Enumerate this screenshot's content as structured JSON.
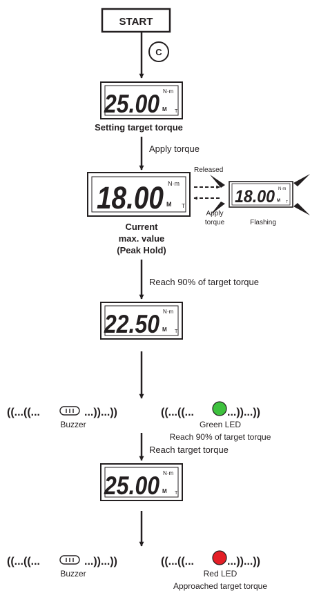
{
  "start_label": "START",
  "clear_key": "C",
  "unit": "N·m",
  "indicator_m": "M",
  "indicator_t": "T",
  "displays": {
    "setting": "25.00",
    "peak": "18.00",
    "flash": "18.00",
    "ninety": "22.50",
    "target": "25.00"
  },
  "labels": {
    "setting_target": "Setting target torque",
    "apply_torque": "Apply torque",
    "released": "Released",
    "apply_torque_small_1": "Apply",
    "apply_torque_small_2": "torque",
    "flashing": "Flashing",
    "current_1": "Current",
    "current_2": "max. value",
    "current_3": "(Peak Hold)",
    "reach_90_side": "Reach 90% of target torque",
    "buzzer": "Buzzer",
    "green_led": "Green LED",
    "reach_90_led": "Reach 90% of target torque",
    "reach_target": "Reach target torque",
    "red_led": "Red LED",
    "approached": "Approached target torque"
  },
  "signals": {
    "buzzer_prefix": "((...((...",
    "buzzer_suffix": "...))...))",
    "led_prefix": "((...((...",
    "led_suffix": "...))...))"
  },
  "colors": {
    "ink": "#231f20",
    "green_led": "#3ec13e",
    "red_led": "#e41e26"
  },
  "icons": {
    "buzzer": "buzzer-icon",
    "green_led": "green-led-icon",
    "red_led": "red-led-icon"
  }
}
